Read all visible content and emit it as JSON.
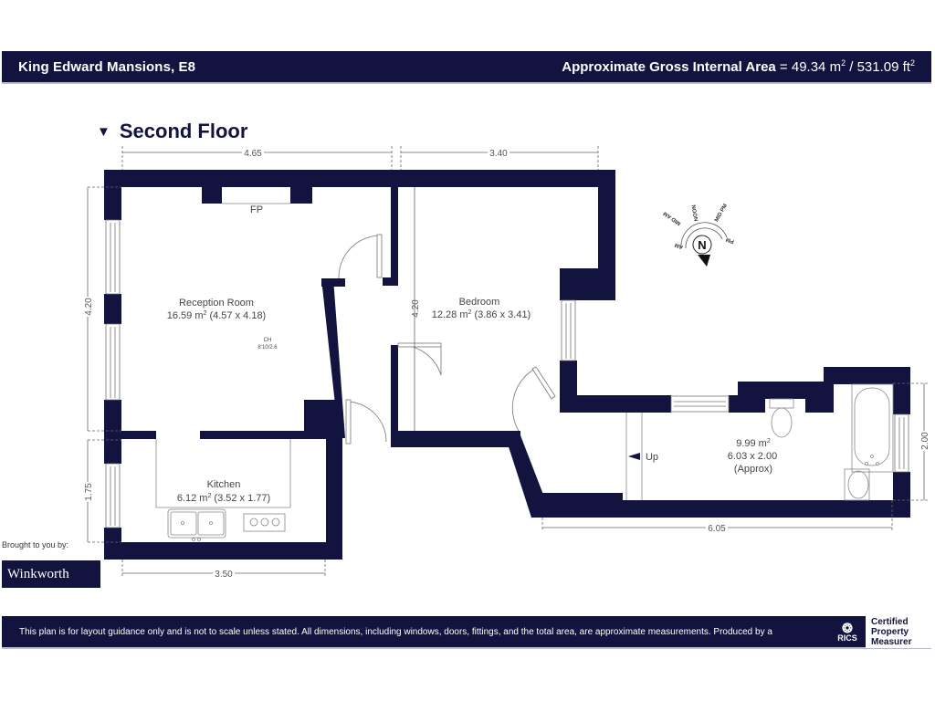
{
  "header": {
    "property_title": "King Edward Mansions, E8",
    "area_label": "Approximate Gross Internal Area",
    "area_equals": " = ",
    "area_m2": "49.34 m",
    "area_sep": " / ",
    "area_ft2": "531.09 ft",
    "sup": "2"
  },
  "floor": {
    "marker": "▼",
    "title": "Second Floor"
  },
  "rooms": {
    "reception": {
      "name": "Reception Room",
      "area": "16.59 m",
      "dims": " (4.57 x 4.18)"
    },
    "bedroom": {
      "name": "Bedroom",
      "area": "12.28 m",
      "dims": " (3.86 x 3.41)"
    },
    "kitchen": {
      "name": "Kitchen",
      "area": "6.12 m",
      "dims": " (3.52 x 1.77)"
    },
    "bathroom": {
      "area": "9.99 m",
      "dims": "6.03 x 2.00",
      "note": "(Approx)"
    }
  },
  "labels": {
    "fireplace": "FP",
    "ceiling_height_code": "CH",
    "ceiling_height_value": "8'10/2.6",
    "stairs_up": "Up"
  },
  "dimensions": {
    "reception_width": "4.65",
    "bedroom_width": "3.40",
    "reception_height": "4.20",
    "bedroom_height": "4.20",
    "kitchen_height": "1.75",
    "kitchen_width": "3.50",
    "bathroom_width": "6.05",
    "bathroom_height": "2.00"
  },
  "compass": {
    "north": "N",
    "am": "AM",
    "mid_am": "MID AM",
    "noon": "NOON",
    "mid_pm": "MID PM",
    "pm": "PM"
  },
  "branding": {
    "brought_by": "Brought to you by:",
    "agent": "Winkworth",
    "rics": "RICS",
    "certified": [
      "Certified",
      "Property",
      "Measurer"
    ]
  },
  "footer": {
    "disclaimer": "This plan is for layout guidance only and is not to scale unless stated. All dimensions, including windows, doors, fittings, and the total area, are approximate measurements. Produced by a"
  },
  "colors": {
    "navy": "#12133f",
    "line": "#555555",
    "background": "#ffffff"
  }
}
